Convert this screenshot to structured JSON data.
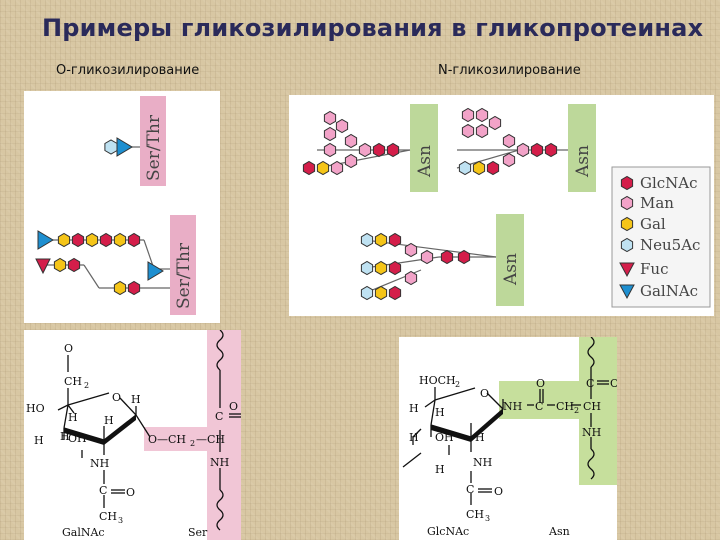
{
  "title": "Примеры гликозилирования в гликопротеинах",
  "left_heading": "О-гликозилирование",
  "right_heading": "N-гликозилирование",
  "residue_labels": {
    "ser_thr": "Ser/Thr",
    "asn": "Asn"
  },
  "legend": [
    {
      "label": "GlcNAc",
      "shape": "hexagon",
      "color": "#d41e4a"
    },
    {
      "label": "Man",
      "shape": "hexagon",
      "color": "#f2a3c8"
    },
    {
      "label": "Gal",
      "shape": "hexagon",
      "color": "#f5c518"
    },
    {
      "label": "Neu5Ac",
      "shape": "hexagon",
      "color": "#bfe2f2"
    },
    {
      "label": "Fuc",
      "shape": "triangle-down",
      "color": "#d41e4a"
    },
    {
      "label": "GalNAc",
      "shape": "triangle-down",
      "color": "#1e8fd0"
    }
  ],
  "o_link_structure": {
    "texts": {
      "o_top": "O",
      "ch2": "CH",
      "ch2_sub": "2",
      "ho": "HO",
      "h1": "H",
      "h2": "H",
      "oh": "OH",
      "h3": "H",
      "h4": "H",
      "h5": "H",
      "ring_o": "O",
      "nh": "NH",
      "c": "C",
      "o_dbl": "O",
      "ch3": "CH",
      "ch3_sub": "3",
      "link": "O—CH",
      "link_sub": "2",
      "link_ch": "—CH",
      "side_c": "C",
      "side_o": "O",
      "side_nh": "NH",
      "sugar_name": "GalNAc",
      "residue_name": "Ser"
    }
  },
  "n_link_structure": {
    "texts": {
      "hoch2": "HOCH",
      "hoch2_sub": "2",
      "h1": "H",
      "h2": "H",
      "oh": "OH",
      "h3": "H",
      "h4": "H",
      "h5": "H",
      "ring_o": "O",
      "nh": "NH",
      "c": "C",
      "o_dbl": "O",
      "ch3": "CH",
      "ch3_sub": "3",
      "link_nh": "NH",
      "link_c": "C",
      "link_o": "O",
      "link_ch2": "CH",
      "link_ch2_sub": "2",
      "link_ch": "CH",
      "side_c": "C",
      "side_o": "O",
      "side_nh": "NH",
      "sugar_name": "GlcNAc",
      "residue_name": "Asn"
    }
  }
}
